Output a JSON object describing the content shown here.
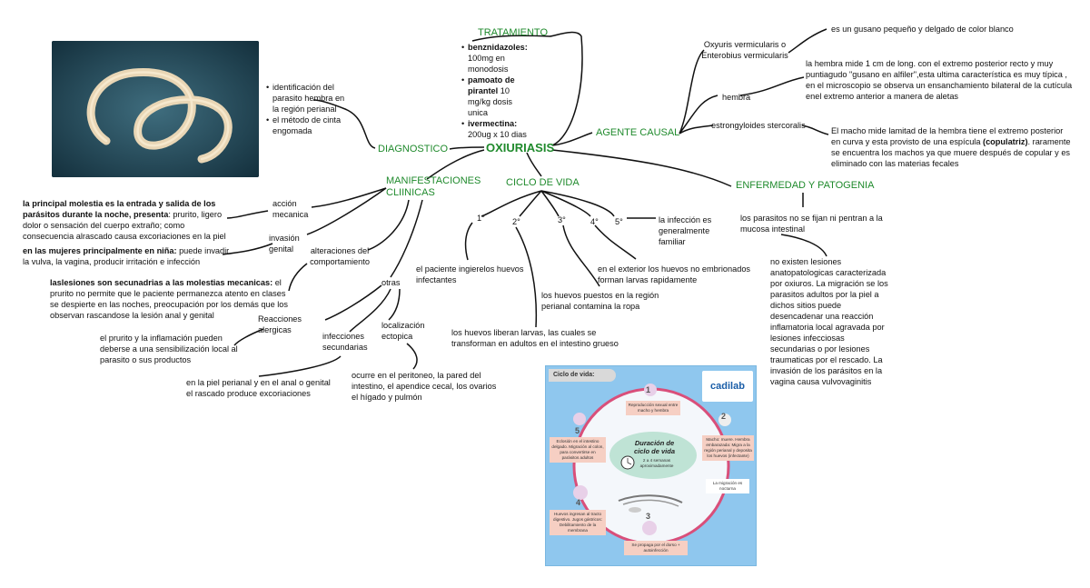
{
  "center": "OXIURIASIS",
  "branches": {
    "tratamiento": "TRATAMIENTO",
    "agente_causal": "AGENTE CAUSAL",
    "enfermedad": "ENFERMEDAD Y PATOGENIA",
    "ciclo": "CICLO DE VIDA",
    "manifestaciones": "MANIFESTACIONES CLIINICAS",
    "diagnostico": "DIAGNOSTICO"
  },
  "tratamiento": [
    {
      "bold": "benznidazoles:",
      "rest": " 100mg en monodosis"
    },
    {
      "bold": "pamoato de pirantel",
      "rest": " 10 mg/kg dosis unica"
    },
    {
      "bold": "ivermectina:",
      "rest": " 200ug x 10 dias"
    }
  ],
  "diagnostico_items": [
    "identificación del parasito hembra en la región perianal",
    "el método de cinta engomada"
  ],
  "agente": {
    "oxyuris": "Oxyuris vermicularis o Enterobius vermicularis",
    "oxyuris_desc": "es un gusano pequeño y delgado de color blanco",
    "hembra": "hembra",
    "hembra_desc_a": "la hembra mide 1 cm de long. con el extremo posterior recto y muy puntiagudo \"gusano en alfiler\",esta ultima característica es muy típica , en el microscopio se observa un ensanchamiento bilateral de la cutícula enel extremo anterior a manera de aletas",
    "estrongy": "estrongyloides stercoralis",
    "macho_a": "El macho mide lamitad de la hembra tiene el extremo posterior en curva y esta provisto de una espícula ",
    "macho_bold": "(copulatriz)",
    "macho_b": ". raramente se encuentra los machos ya que muere después de copular y es eliminado con las materias fecales"
  },
  "enfermedad": {
    "texto1": "los parasitos no se fijan ni pentran a la mucosa intestinal",
    "texto2": "no existen lesiones anatopatologicas caracterizada por oxiuros. La migración se los parasitos adultos por la piel a dichos sitios puede desencadenar una reacción inflamatoria local agravada por lesiones infecciosas secundarias o por lesiones traumaticas por el rescado. La invasión de los parásitos en la vagina causa vulvovaginitis"
  },
  "ciclo": {
    "n1": "1°",
    "n2": "2°",
    "n3": "3°",
    "n4": "4°",
    "n5": "5°",
    "t1": "el paciente ingierelos huevos infectantes",
    "t2": "los huevos liberan larvas, las cuales se transforman en adultos en el intestino grueso",
    "t3": "los huevos puestos en la región perianal contamina la ropa",
    "t4": "en el exterior los huevos no embrionados forman larvas rapidamente",
    "t5": "la infección es generalmente familiar"
  },
  "manifestaciones": {
    "accion": "acción mecanica",
    "accion_bold": "la principal molestia es la entrada y salida de los parásitos durante la noche, presenta",
    "accion_rest": ": prurito, ligero dolor o sensación del cuerpo extraño; como consecuencia alrascado causa excoriaciones en la piel",
    "invasion": "invasión genital",
    "invasion_bold": "en las mujeres principalmente en niña:",
    "invasion_rest": " puede invadir la vulva, la vagina, producir irritación e infección",
    "alteraciones": "alteraciones del comportamiento",
    "lesiones_bold": "laslesiones son secunadrias a las molestias mecanicas:",
    "lesiones_rest": " el prurito no permite que le paciente permanezca atento en clases se despierte en las noches, preocupación por los demás que los observan rascandose la lesión anal y genital",
    "otras": "otras",
    "reacciones": "Reacciones alergicas",
    "reacciones_desc": "el prurito y la inflamación pueden deberse a una sensibilización local al parasito o sus productos",
    "infecciones": "infecciones secundarias",
    "infecciones_desc": "en la piel perianal y en el anal o genital el rascado produce excoriaciones",
    "localizacion": "localización ectopica",
    "localizacion_desc": "ocurre en el peritoneo, la pared del intestino, el apendice cecal, los ovarios el hígado y pulmón"
  },
  "infographic": {
    "title": "Ciclo de vida:",
    "center_title": "Duración de",
    "center_title2": "ciclo de vida",
    "center_sub": "2 a 4 semanas aproximadamente",
    "brand": "cadilab",
    "s1": "Reproducción sexual entre macho y hembra",
    "s2": "Macho: muere. Hembra embarazada: Migra a la región perianal y deposita los huevos (infectante)",
    "s2b": "La migración es nocturna",
    "s3": "Se propaga por el dorso + autoinfección",
    "s4": "Huevos ingresan al tracto digestivo. Jugos gástricos: Debilitamiento de la membrana",
    "s5": "Eclosión en el intestino delgado. Migración al colon, para convertirse en parásitos adultos",
    "n1": "1",
    "n2": "2",
    "n3": "3",
    "n4": "4",
    "n5": "5"
  },
  "colors": {
    "green": "#1f8a2c",
    "line": "#111111",
    "infographic_bg": "#8fc7ee",
    "ring": "#d94f7a"
  }
}
